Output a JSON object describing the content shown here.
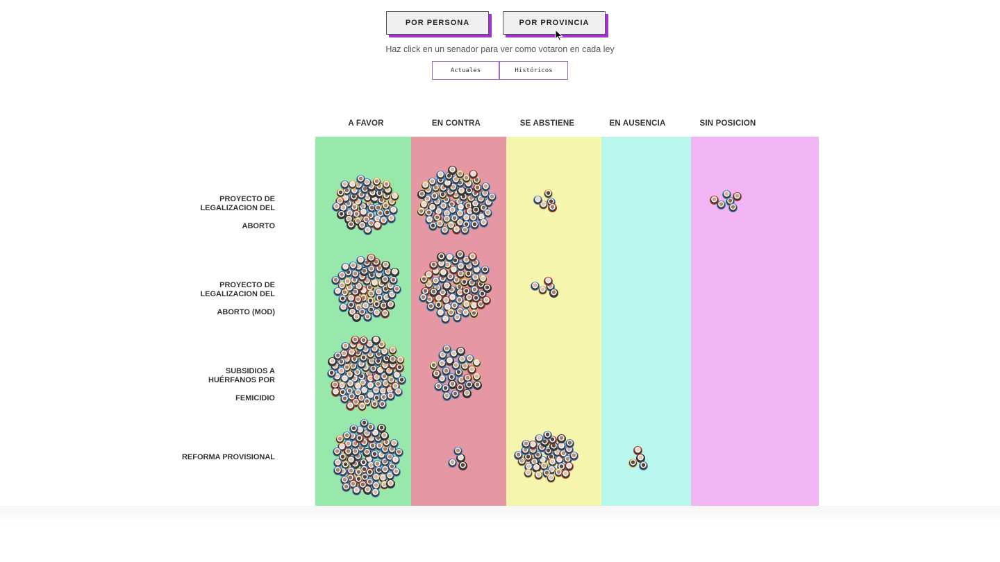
{
  "mode_buttons": {
    "persona": "POR PERSONA",
    "provincia": "POR PROVINCIA"
  },
  "hint": "Haz click en un senador para ver como votaron en cada ley",
  "toggle": {
    "actuales": "Actuales",
    "historicos": "Históricos"
  },
  "columns": [
    {
      "label": "A FAVOR",
      "color": "#98e8ab"
    },
    {
      "label": "EN CONTRA",
      "color": "#e598a3"
    },
    {
      "label": "SE ABSTIENE",
      "color": "#f6f5ad"
    },
    {
      "label": "EN AUSENCIA",
      "color": "#b9f7ee"
    },
    {
      "label": "SIN POSICION",
      "color": "#f2b5f4"
    }
  ],
  "rows": [
    {
      "label_a": "PROYECTO DE LEGALIZACION DEL",
      "label_b": "ABORTO"
    },
    {
      "label_a": "PROYECTO DE LEGALIZACION DEL",
      "label_b": "ABORTO (MOD)"
    },
    {
      "label_a": "SUBSIDIOS A HUÉRFANOS POR",
      "label_b": "FEMICIDIO"
    },
    {
      "label_a": "REFORMA PROVISIONAL",
      "label_b": ""
    }
  ],
  "border_colors": [
    "#4a86c5",
    "#4a86c5",
    "#4a86c5",
    "#c0392b",
    "#e6b84a",
    "#2c2c2c"
  ],
  "face_colors": [
    "#caa58b",
    "#b98d72",
    "#d9b49a",
    "#8a6a55",
    "#e2c4ad",
    "#a77f66",
    "#5b4538",
    "#f0d8c4"
  ]
}
